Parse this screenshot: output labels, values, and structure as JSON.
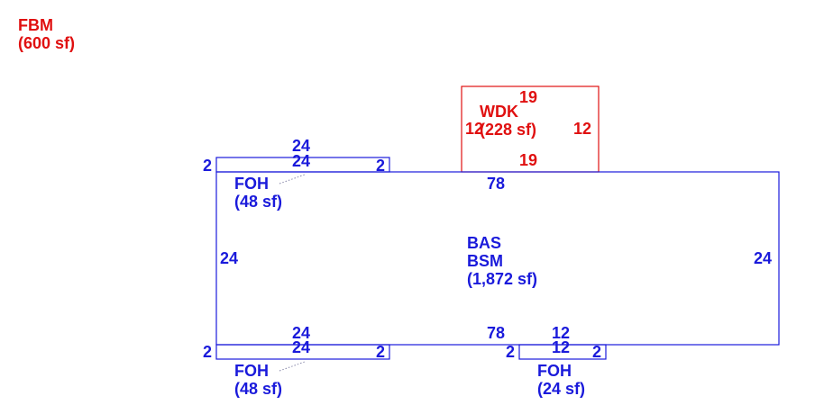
{
  "fbm": {
    "name": "FBM",
    "area": "(600 sf)"
  },
  "wdk": {
    "name": "WDK",
    "area": "(228 sf)",
    "top": "19",
    "bottom": "19",
    "left": "12",
    "right": "12"
  },
  "bas": {
    "name1": "BAS",
    "name2": "BSM",
    "area": "(1,872 sf)",
    "top": "78",
    "bottom": "78",
    "left": "24",
    "right": "24"
  },
  "foh_top_left": {
    "name": "FOH",
    "area": "(48 sf)",
    "top": "24",
    "bottom": "24",
    "left": "2",
    "right": "2"
  },
  "foh_bottom_left": {
    "name": "FOH",
    "area": "(48 sf)",
    "top": "24",
    "bottom": "24",
    "left": "2",
    "right": "2"
  },
  "foh_bottom_right": {
    "name": "FOH",
    "area": "(24 sf)",
    "top": "12",
    "bottom": "12",
    "left": "2",
    "right": "2"
  },
  "colors": {
    "main": "#1a1adb",
    "highlight": "#e01010"
  }
}
